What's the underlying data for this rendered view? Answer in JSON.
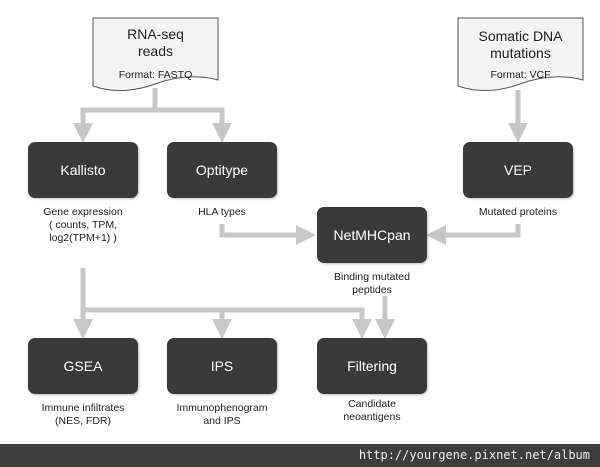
{
  "inputs": {
    "rnaseq": {
      "title_line1": "RNA-seq",
      "title_line2": "reads",
      "format": "Format: FASTQ"
    },
    "somatic": {
      "title_line1": "Somatic DNA",
      "title_line2": "mutations",
      "format": "Format: VCF"
    }
  },
  "tools": {
    "kallisto": "Kallisto",
    "optitype": "Optitype",
    "vep": "VEP",
    "netmhcpan": "NetMHCpan",
    "gsea": "GSEA",
    "ips": "IPS",
    "filtering": "Filtering"
  },
  "outputs": {
    "kallisto": [
      "Gene expression",
      "( counts, TPM,",
      "log2(TPM+1) )"
    ],
    "optitype": [
      "HLA types"
    ],
    "vep": [
      "Mutated proteins"
    ],
    "netmhcpan": [
      "Binding mutated",
      "peptides"
    ],
    "gsea": [
      "Immune infiltrates",
      "(NES, FDR)"
    ],
    "ips": [
      "Immunophenogram",
      "and IPS"
    ],
    "filtering": [
      "Candidate",
      "neoantigens"
    ]
  },
  "watermark": "http://yourgene.pixnet.net/album",
  "colors": {
    "box_fill": "#3a3a3a",
    "arrow": "#c7c7c7",
    "doc_fill": "#f4f4f4",
    "footer": "#3d3d3d"
  }
}
